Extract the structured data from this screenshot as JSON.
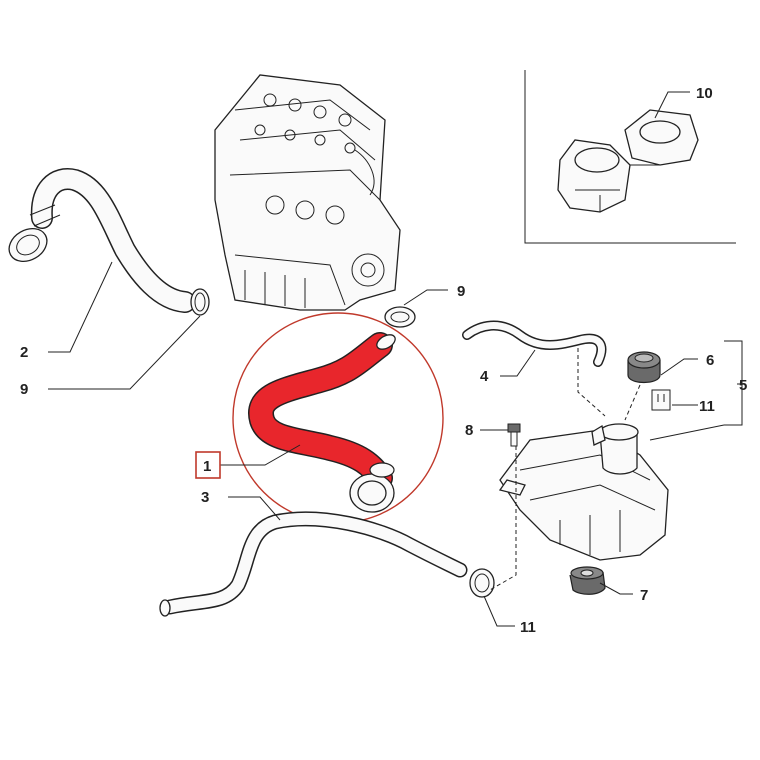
{
  "colors": {
    "highlight": "#e8262c",
    "line": "#222222"
  },
  "callouts": {
    "c1": "1",
    "c2": "2",
    "c3": "3",
    "c4": "4",
    "c5": "5",
    "c6": "6",
    "c7": "7",
    "c8": "8",
    "c9a": "9",
    "c9b": "9",
    "c10": "10",
    "c11a": "11",
    "c11b": "11"
  }
}
